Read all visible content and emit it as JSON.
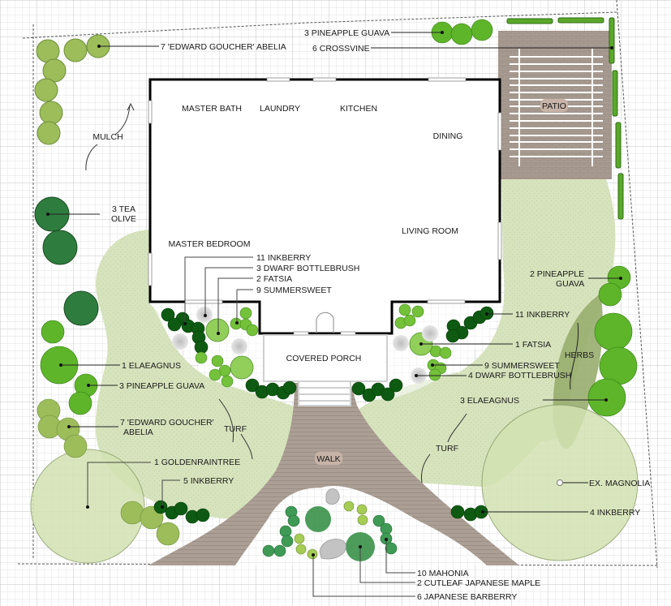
{
  "plan": {
    "rooms": {
      "master_bath": "MASTER BATH",
      "laundry": "LAUNDRY",
      "kitchen": "KITCHEN",
      "dining": "DINING",
      "living_room": "LIVING ROOM",
      "master_bedroom": "MASTER BEDROOM",
      "covered_porch": "COVERED PORCH"
    },
    "areas": {
      "patio": "PATIO",
      "walk": "WALK",
      "mulch": "MULCH",
      "turf_left": "TURF",
      "turf_right": "TURF",
      "herbs": "HERBS"
    },
    "plant_labels": {
      "abelia_top": "7  'EDWARD GOUCHER' ABELIA",
      "pineapple_guava_top": "3 PINEAPPLE GUAVA",
      "crossvine": "6 CROSSVINE",
      "tea_olive_1": "3 TEA",
      "tea_olive_2": "OLIVE",
      "inkberry_11_left": "11 INKBERRY",
      "dwarf_bottlebrush_3": "3 DWARF BOTTLEBRUSH",
      "fatsia_2": "2 FATSIA",
      "summersweet_9_left": "9 SUMMERSWEET",
      "elaeagnus_1": "1 ELAEAGNUS",
      "pineapple_guava_3": "3 PINEAPPLE GUAVA",
      "abelia_left_1": "7  'EDWARD GOUCHER'",
      "abelia_left_2": "ABELIA",
      "goldenraintree": "1 GOLDENRAINTREE",
      "inkberry_5": "5 INKBERRY",
      "pineapple_guava_2_1": "2 PINEAPPLE",
      "pineapple_guava_2_2": "GUAVA",
      "inkberry_11_right": "11 INKBERRY",
      "fatsia_1": "1 FATSIA",
      "summersweet_9_right": "9 SUMMERSWEET",
      "dwarf_bottlebrush_4": "4 DWARF BOTTLEBRUSH",
      "elaeagnus_3": "3 ELAEAGNUS",
      "ex_magnolia": "EX. MAGNOLIA",
      "inkberry_4": "4 INKBERRY",
      "mahonia": "10 MAHONIA",
      "cutleaf_maple": "2 CUTLEAF JAPANESE MAPLE",
      "japanese_barberry": "6 JAPANESE BARBERRY"
    },
    "colors": {
      "grid_line": "#d6d6d6",
      "turf": "#d7e4bd",
      "paving": "#a59a90",
      "abelia": "#9cbd5a",
      "inkberry": "#0e5a12",
      "guava": "#5fb52a",
      "tea_olive": "#2e7d3e",
      "fatsia": "#92cf5a",
      "mahonia": "#3f9a55",
      "herbs": "#9cb173",
      "wall": "#000000"
    }
  }
}
